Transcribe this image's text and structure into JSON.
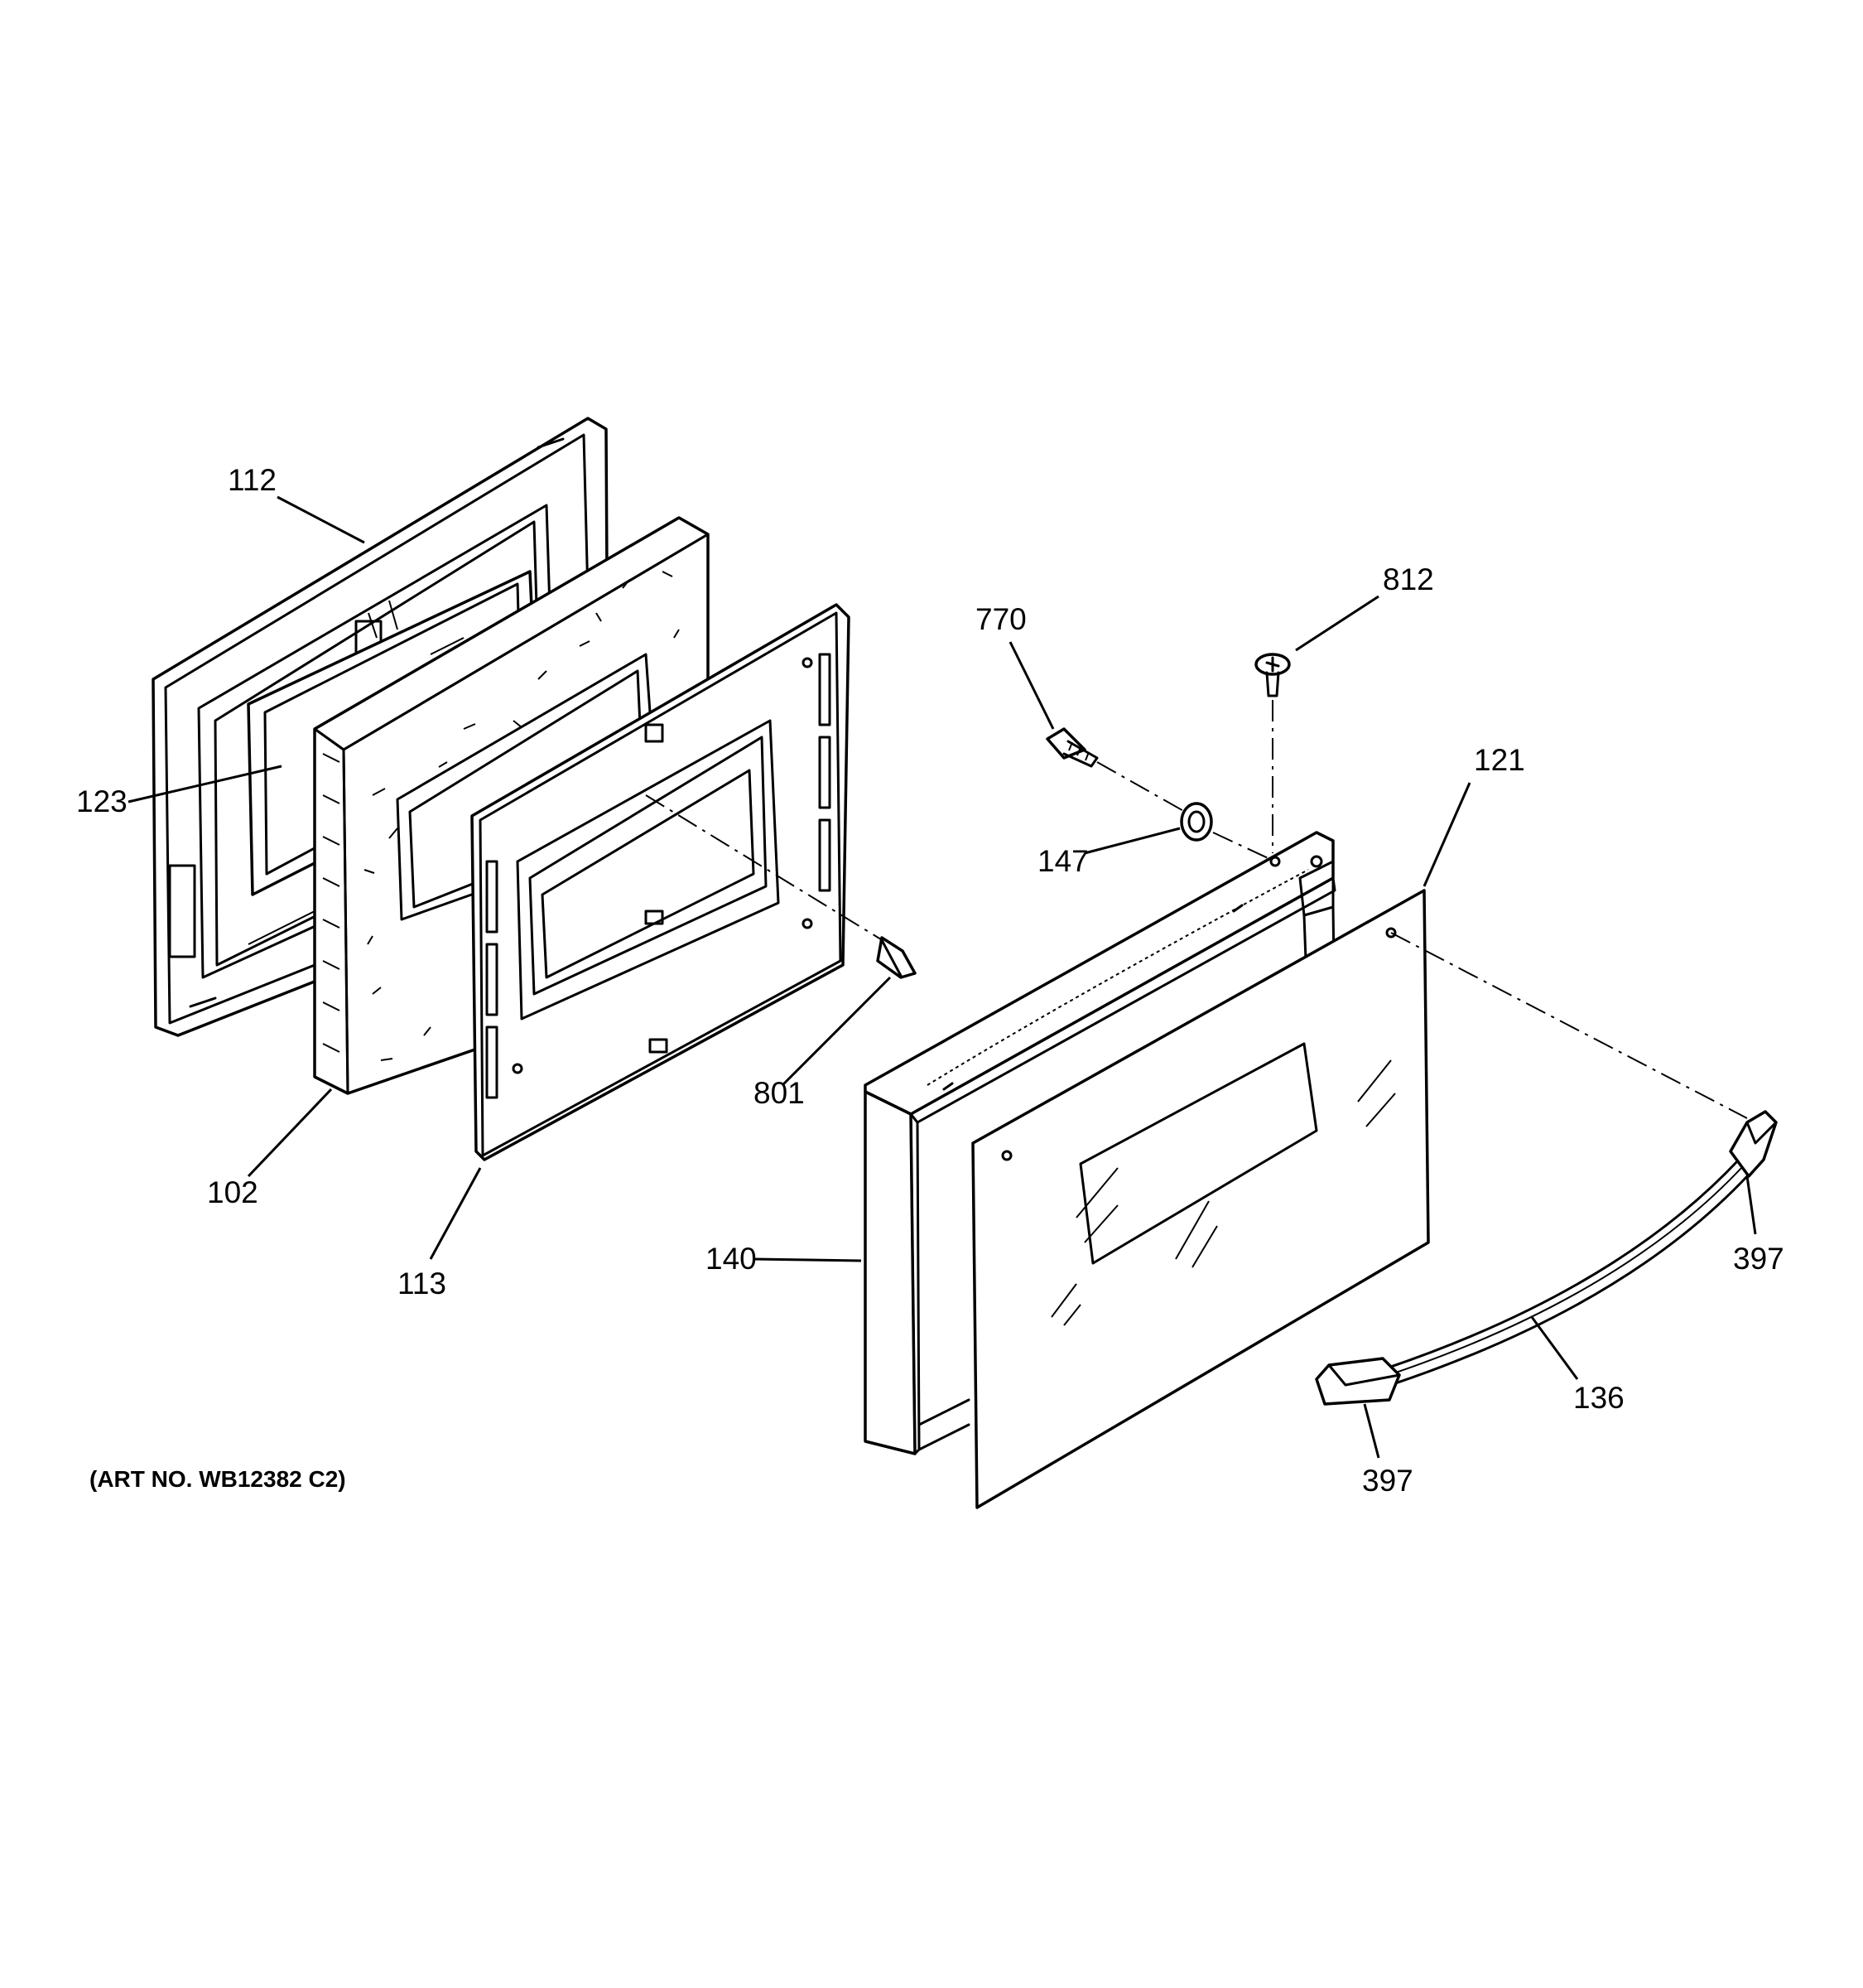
{
  "diagram": {
    "art_number": "(ART NO. WB12382 C2)",
    "callouts": [
      {
        "id": "112",
        "label": "112"
      },
      {
        "id": "123",
        "label": "123"
      },
      {
        "id": "102",
        "label": "102"
      },
      {
        "id": "113",
        "label": "113"
      },
      {
        "id": "801",
        "label": "801"
      },
      {
        "id": "770",
        "label": "770"
      },
      {
        "id": "812",
        "label": "812"
      },
      {
        "id": "121",
        "label": "121"
      },
      {
        "id": "147",
        "label": "147"
      },
      {
        "id": "140",
        "label": "140"
      },
      {
        "id": "397a",
        "label": "397"
      },
      {
        "id": "136",
        "label": "136"
      },
      {
        "id": "397b",
        "label": "397"
      }
    ]
  }
}
